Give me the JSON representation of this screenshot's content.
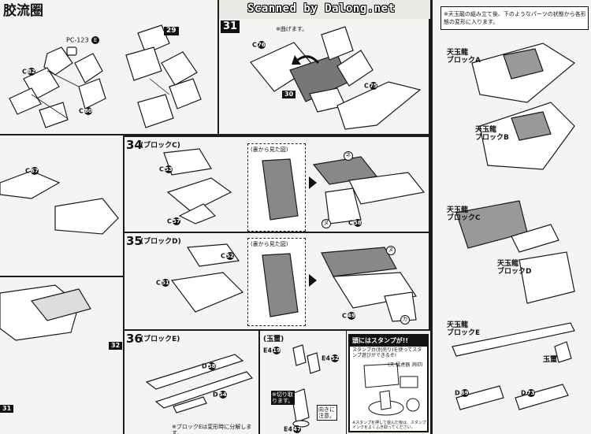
{
  "header": {
    "section_title": "胶流圈",
    "watermark": "Scanned by Dalong.net"
  },
  "top_left": {
    "part_code": "PC-123",
    "part_badge": "E",
    "part_labels": [
      "C",
      "C"
    ],
    "part_numbers": [
      "82",
      "80"
    ],
    "step_badge": "29"
  },
  "step31": {
    "number": "31",
    "note": "※曲げます。",
    "part_labels": [
      "C",
      "C"
    ],
    "part_numbers": [
      "76",
      "75"
    ],
    "small_box": "30"
  },
  "step34": {
    "number": "34",
    "title": "(ブロックC)",
    "view_label": "(裏から見た図)",
    "part_labels": [
      "C",
      "C",
      "C"
    ],
    "part_numbers": [
      "53",
      "57",
      "58"
    ],
    "stickers": [
      "ネ",
      "ヌ"
    ]
  },
  "step35": {
    "number": "35",
    "title": "(ブロックD)",
    "view_label": "(裏から見た図)",
    "part_labels": [
      "C",
      "C",
      "C"
    ],
    "part_numbers": [
      "52",
      "51",
      "49"
    ],
    "stickers": [
      "ヌ",
      "カ"
    ]
  },
  "step36": {
    "number": "36",
    "title": "(ブロックE)",
    "part_labels": [
      "D",
      "D"
    ],
    "part_numbers": [
      "58",
      "54"
    ],
    "note": "※ブロックEは変形時に分解します。",
    "jade_label": "(玉璽)",
    "jade_parts": [
      "E4",
      "E4",
      "E4"
    ],
    "jade_numbers": [
      "19",
      "52",
      "47"
    ],
    "cut_note": "※切り取ります。",
    "orientation_note": "向きに注意。"
  },
  "stamp_box": {
    "title": "頭にはスタンプが!!",
    "text": "スタンプ台(別売り)を使ってスタンプ遊びができるぞ!",
    "caption": "(天 猛虎器 消印)",
    "bottom_note": "※スタンプを押して遊んだ後は、スタンプインクをよくふき取ってください。"
  },
  "left_panels": {
    "part_label": "C",
    "part_number": "67",
    "step_32": "32",
    "step_31b": "31"
  },
  "right_column": {
    "intro": "※天玉龍の組み立て後、下のようなパーツの状態から各形態の変形に入ります。",
    "blocks": [
      {
        "name": "天玉龍",
        "sub": "ブロックA"
      },
      {
        "name": "天玉龍",
        "sub": "ブロックB"
      },
      {
        "name": "天玉龍",
        "sub": "ブロックC"
      },
      {
        "name": "天玉龍",
        "sub": "ブロックD"
      },
      {
        "name": "天玉龍",
        "sub": "ブロックE"
      }
    ],
    "jade": "玉璽",
    "bottom_labels": [
      "D",
      "D"
    ],
    "bottom_numbers": [
      "69",
      "73"
    ]
  }
}
